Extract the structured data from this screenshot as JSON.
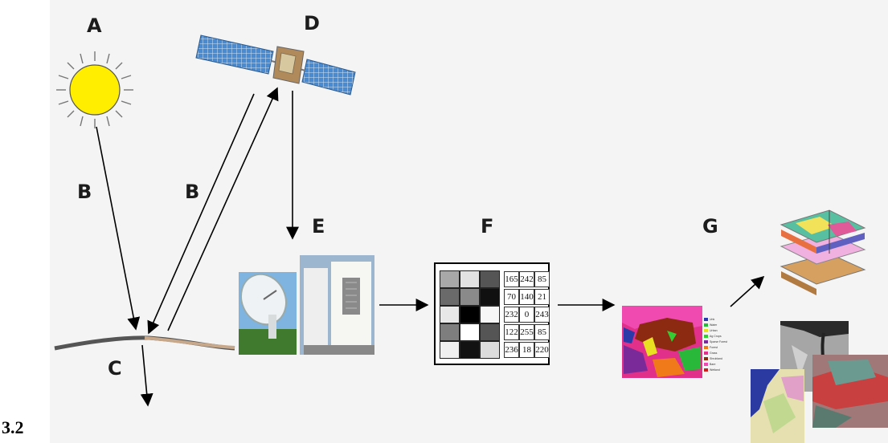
{
  "labels": {
    "a": "A",
    "b1": "B",
    "b2": "B",
    "c": "C",
    "d": "D",
    "e": "E",
    "f": "F",
    "g": "G"
  },
  "figure_number": "3.2",
  "pixel_grid": {
    "values": [
      [
        "165",
        "242",
        "85"
      ],
      [
        "70",
        "140",
        "21"
      ],
      [
        "232",
        "0",
        "243"
      ],
      [
        "122",
        "255",
        "85"
      ],
      [
        "236",
        "18",
        "220"
      ]
    ],
    "gray_cells": [
      [
        "#a8a8a8",
        "#e2e2e2",
        "#555555"
      ],
      [
        "#6a6a6a",
        "#8a8a8a",
        "#101010"
      ],
      [
        "#e8e8e8",
        "#000000",
        "#f6f6f6"
      ],
      [
        "#7e7e7e",
        "#ffffff",
        "#555555"
      ],
      [
        "#f0f0f0",
        "#121212",
        "#dcdcdc"
      ]
    ]
  },
  "colors": {
    "sun": "#ffee00",
    "sun_rays": "#777777",
    "panel": "#4f8fd0",
    "arrow": "#000000",
    "background": "#f4f4f4"
  },
  "icons": [
    "sun-icon",
    "satellite-icon",
    "antenna-dish-icon",
    "building-icon",
    "classified-map-icon",
    "gis-layers-icon"
  ]
}
